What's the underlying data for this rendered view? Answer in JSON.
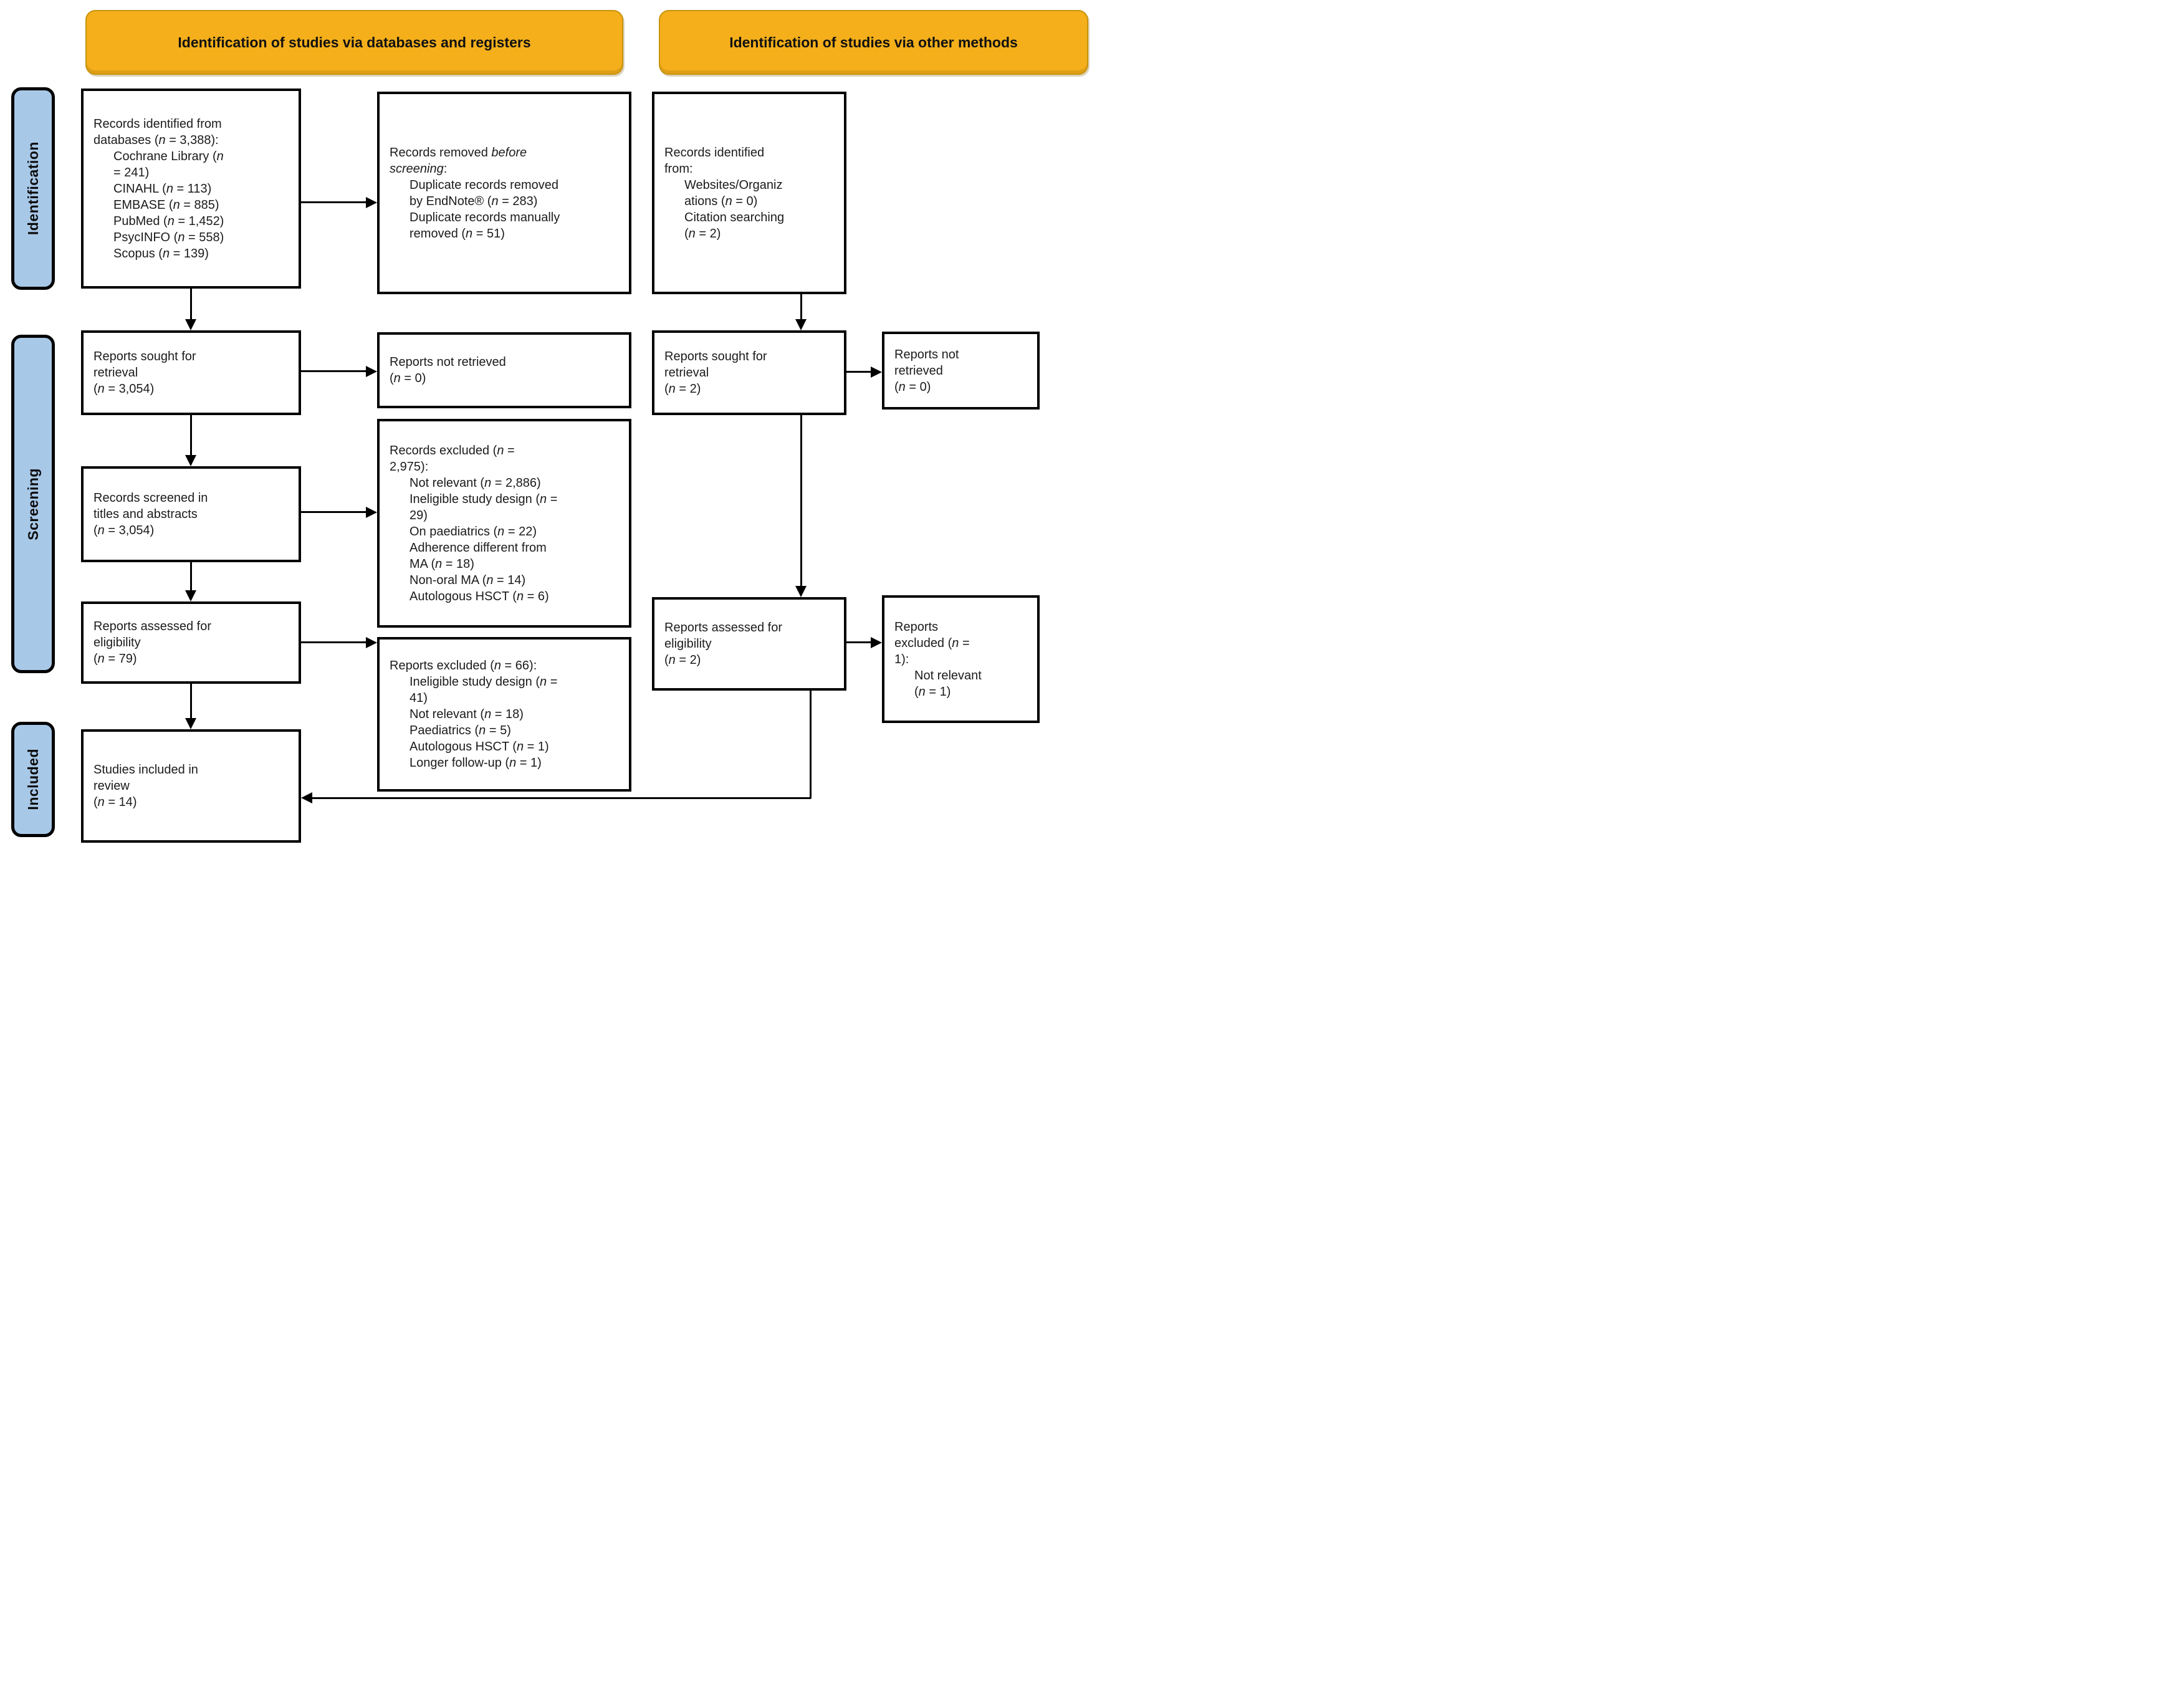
{
  "colors": {
    "header_fill": "#F4AF1B",
    "header_border": "#C8940D",
    "stage_fill": "#A8C8E8",
    "box_border": "#000000",
    "arrow": "#000000",
    "text": "#1b1b1b"
  },
  "headers": {
    "databases": "Identification of studies via databases and registers",
    "other": "Identification of studies via other methods"
  },
  "stages": {
    "identification": "Identification",
    "screening": "Screening",
    "included": "Included"
  },
  "boxes": {
    "records_identified_db": {
      "lead": "Records identified from\ndatabases (*n* = 3,388):",
      "items": [
        "Cochrane Library (*n*\n= 241)",
        "CINAHL (*n* = 113)",
        "EMBASE (*n* = 885)",
        "PubMed (*n* = 1,452)",
        "PsycINFO (*n* = 558)",
        "Scopus (*n* = 139)"
      ]
    },
    "records_removed": {
      "lead": "Records removed *before\nscreening*:",
      "items": [
        "Duplicate records removed\nby EndNote® (*n* = 283)",
        "Duplicate records manually\nremoved (*n* = 51)"
      ]
    },
    "records_identified_other": {
      "lead": "Records identified\nfrom:",
      "items": [
        "Websites/Organiz\nations (*n* = 0)",
        "Citation searching\n(*n* = 2)"
      ]
    },
    "reports_sought_db": {
      "lines": [
        "Reports sought for\nretrieval",
        "(*n* = 3,054)"
      ]
    },
    "reports_not_retrieved_db": {
      "lines": [
        "Reports not retrieved",
        "(*n* = 0)"
      ]
    },
    "records_screened": {
      "lines": [
        "Records screened in\ntitles and abstracts",
        "(*n* = 3,054)"
      ]
    },
    "records_excluded": {
      "lead": "Records excluded (*n* =\n2,975):",
      "items": [
        "Not relevant (*n* = 2,886)",
        "Ineligible study design (*n* =\n29)",
        "On paediatrics (*n* = 22)",
        "Adherence different from\nMA (*n* = 18)",
        "Non-oral MA (*n* = 14)",
        "Autologous HSCT (*n* = 6)"
      ]
    },
    "reports_assessed_db": {
      "lines": [
        "Reports assessed for\neligibility",
        "(*n* = 79)"
      ]
    },
    "reports_excluded_db": {
      "lead": "Reports excluded (*n* = 66):",
      "items": [
        "Ineligible study design (*n* =\n41)",
        "Not relevant (*n* = 18)",
        "Paediatrics (*n* = 5)",
        "Autologous HSCT (*n* = 1)",
        "Longer follow-up (*n* = 1)"
      ]
    },
    "studies_included": {
      "lines": [
        "Studies included in\nreview",
        "(*n* = 14)"
      ]
    },
    "reports_sought_other": {
      "lines": [
        "Reports sought for\nretrieval",
        "(*n* = 2)"
      ]
    },
    "reports_not_retrieved_other": {
      "lines": [
        "Reports not\nretrieved",
        "(*n* = 0)"
      ]
    },
    "reports_assessed_other": {
      "lines": [
        "Reports assessed for\neligibility",
        "(*n* = 2)"
      ]
    },
    "reports_excluded_other": {
      "lead": "Reports\nexcluded (*n* =\n1):",
      "items": [
        "Not relevant\n(*n* = 1)"
      ]
    }
  }
}
